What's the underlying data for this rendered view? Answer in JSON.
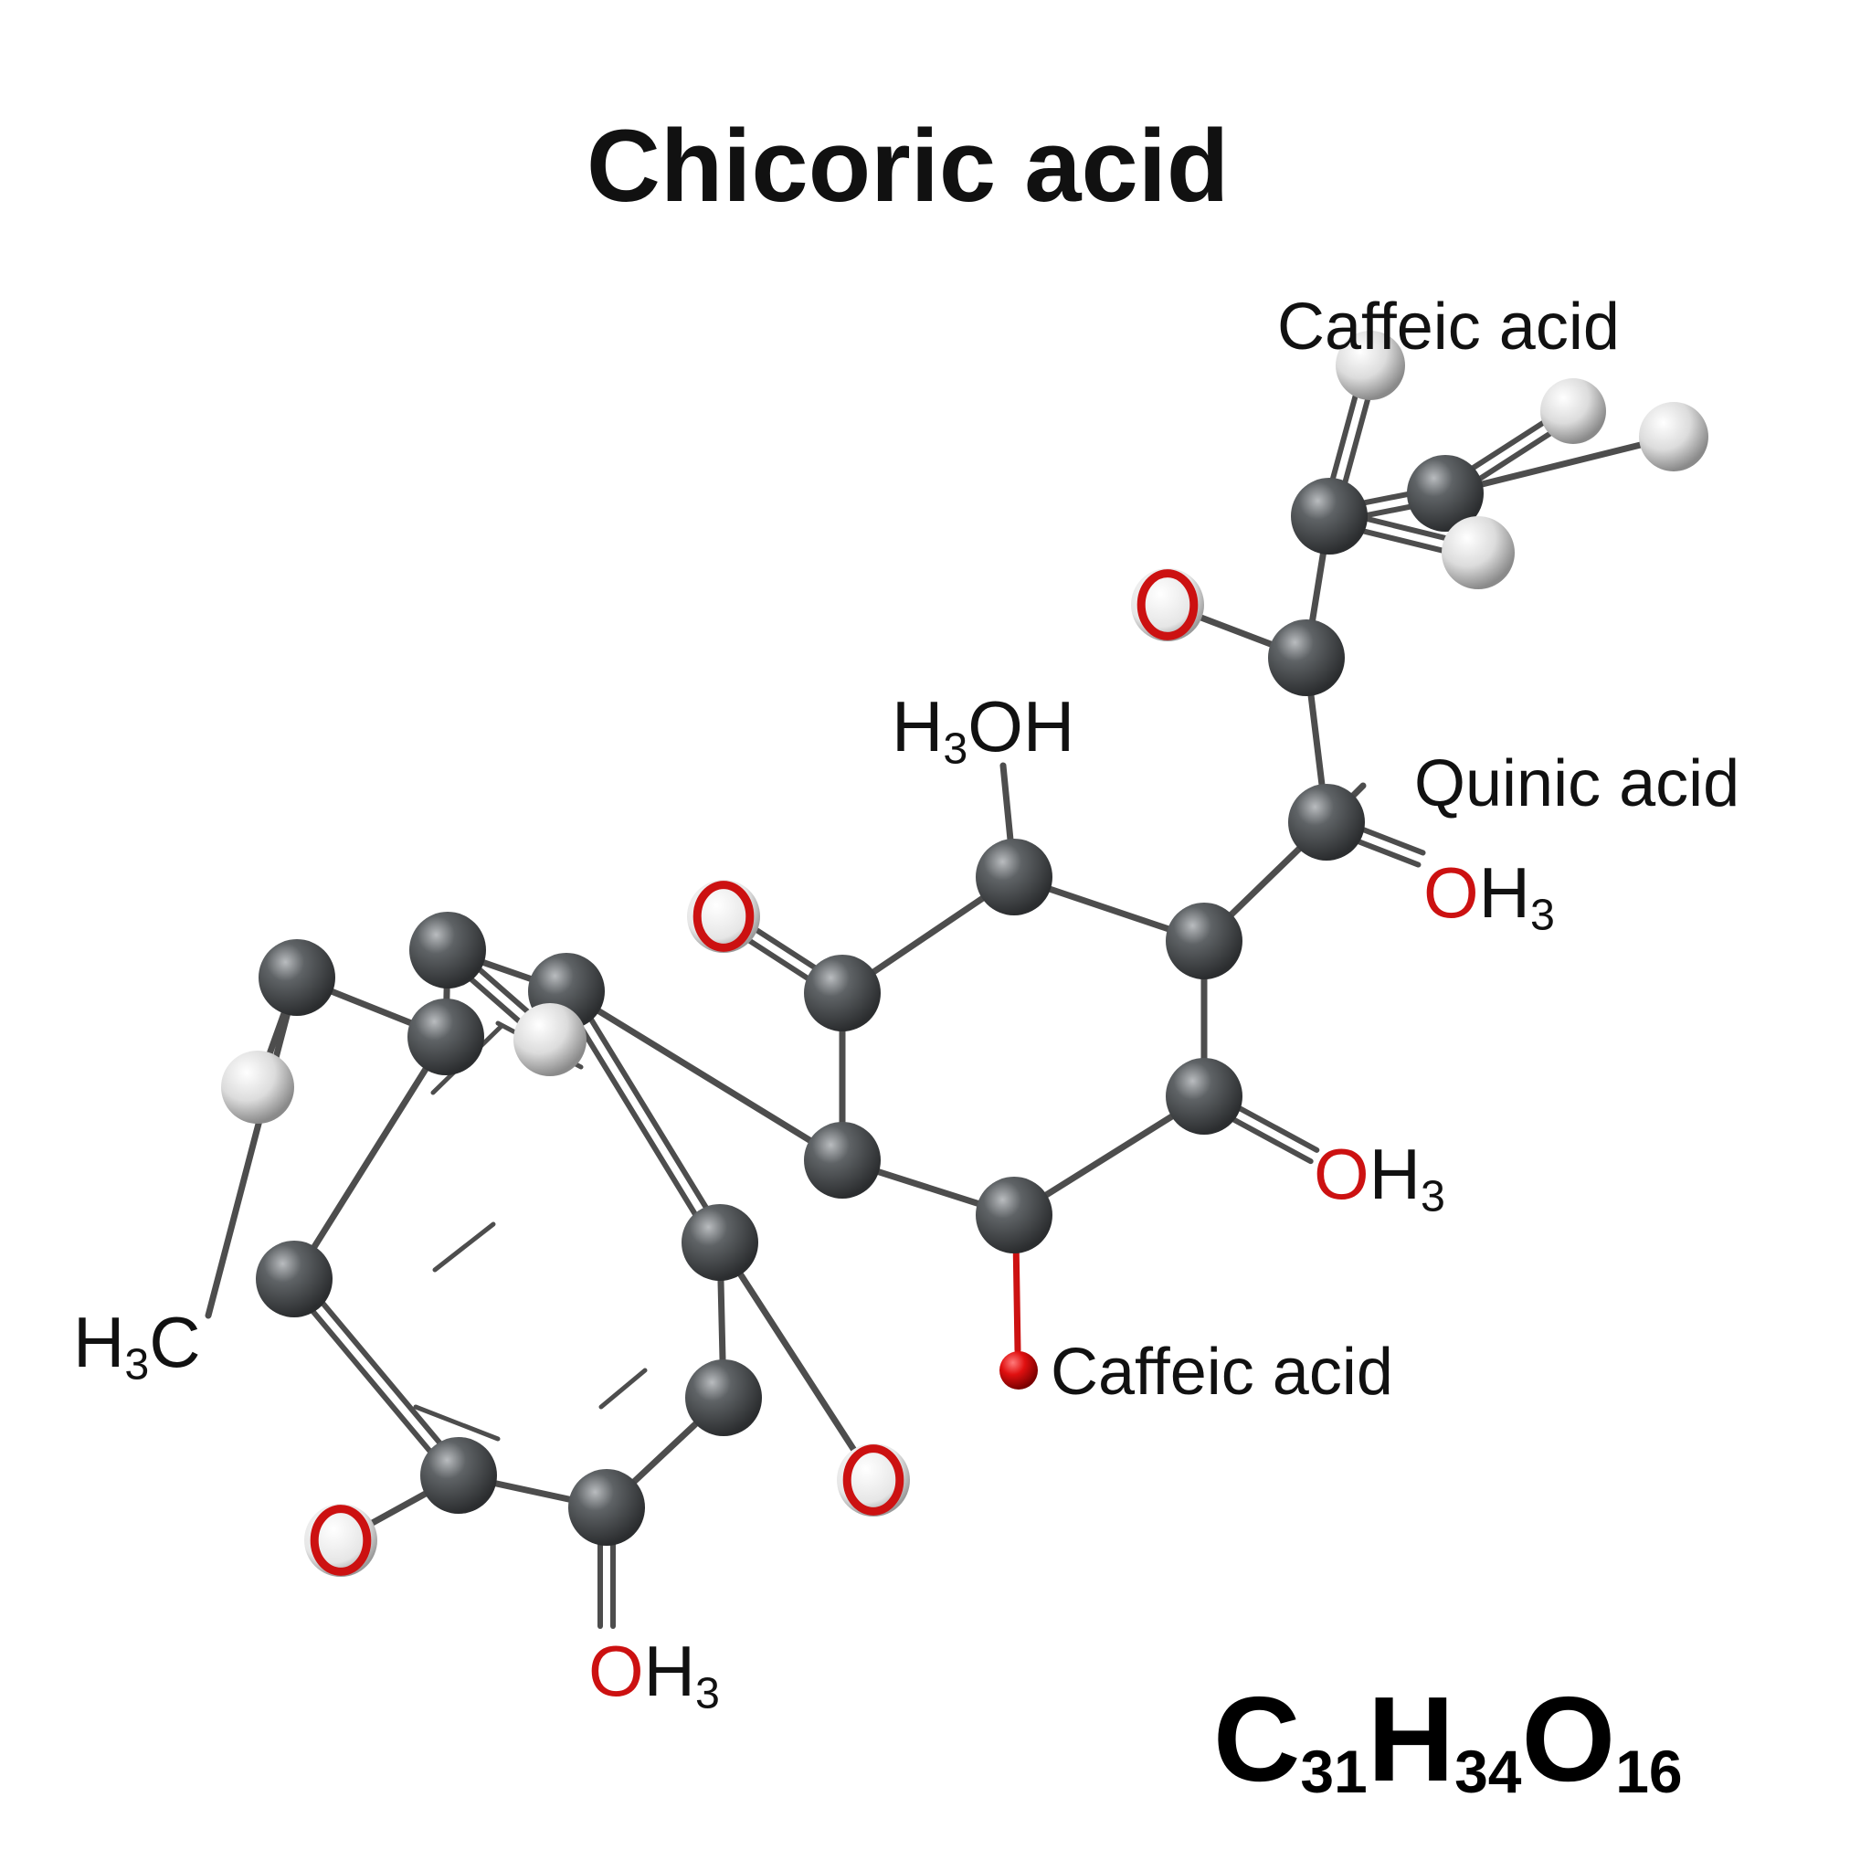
{
  "title": "Chicoric acid",
  "fragment_labels": {
    "caffeic_top": "Caffeic acid",
    "quinic": "Quinic acid",
    "caffeic_bottom": "Caffeic acid"
  },
  "group_labels": {
    "h3oh": {
      "prefix": "H",
      "sub": "3",
      "suffix": "OH"
    },
    "oh3_upper": {
      "atom": "O",
      "prefix": "H",
      "sub": "3"
    },
    "oh3_middle": {
      "atom": "O",
      "prefix": "H",
      "sub": "3"
    },
    "oh3_bottom": {
      "atom": "O",
      "prefix": "H",
      "sub": "3"
    },
    "h3c": {
      "prefix": "H",
      "sub": "3",
      "suffix": "C"
    },
    "o_atom": "O"
  },
  "formula": {
    "c": "C",
    "c_n": "31",
    "h": "H",
    "h_n": "34",
    "o": "O",
    "o_n": "16"
  },
  "colors": {
    "carbon": "#555a5e",
    "oxygen": "#cc1111",
    "hydrogen": "#e8e8e8",
    "bond": "#4d4d4d",
    "text": "#111111"
  }
}
